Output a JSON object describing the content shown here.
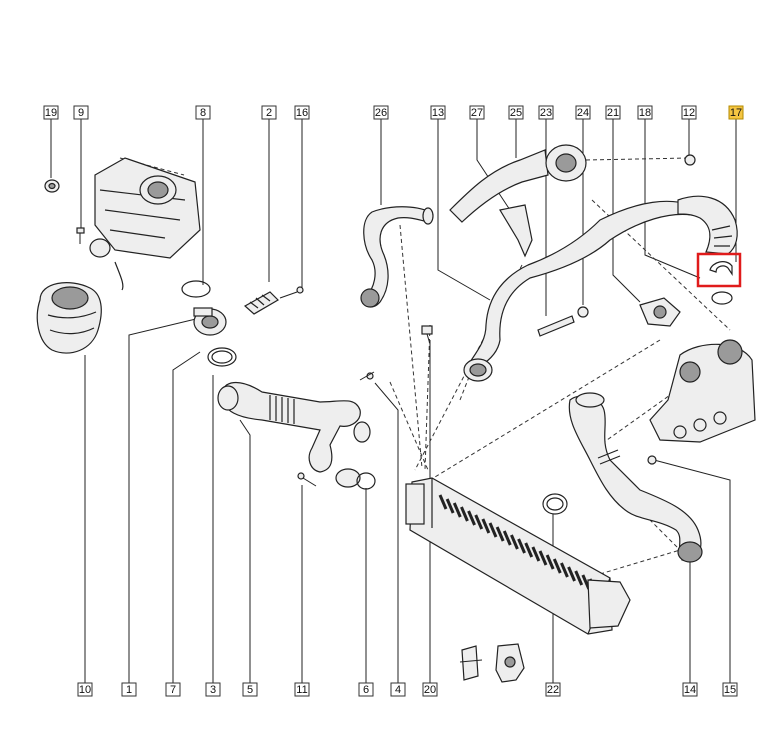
{
  "diagram": {
    "highlighted_part": "17",
    "highlight_color": "#e01b1b",
    "highlight_label_color": "#f5c542",
    "callouts_top": [
      "19",
      "9",
      "8",
      "2",
      "16",
      "26",
      "13",
      "27",
      "25",
      "23",
      "24",
      "21",
      "18",
      "12",
      "17"
    ],
    "callouts_bottom": [
      "10",
      "1",
      "7",
      "3",
      "5",
      "11",
      "6",
      "4",
      "20",
      "22",
      "14",
      "15"
    ]
  }
}
